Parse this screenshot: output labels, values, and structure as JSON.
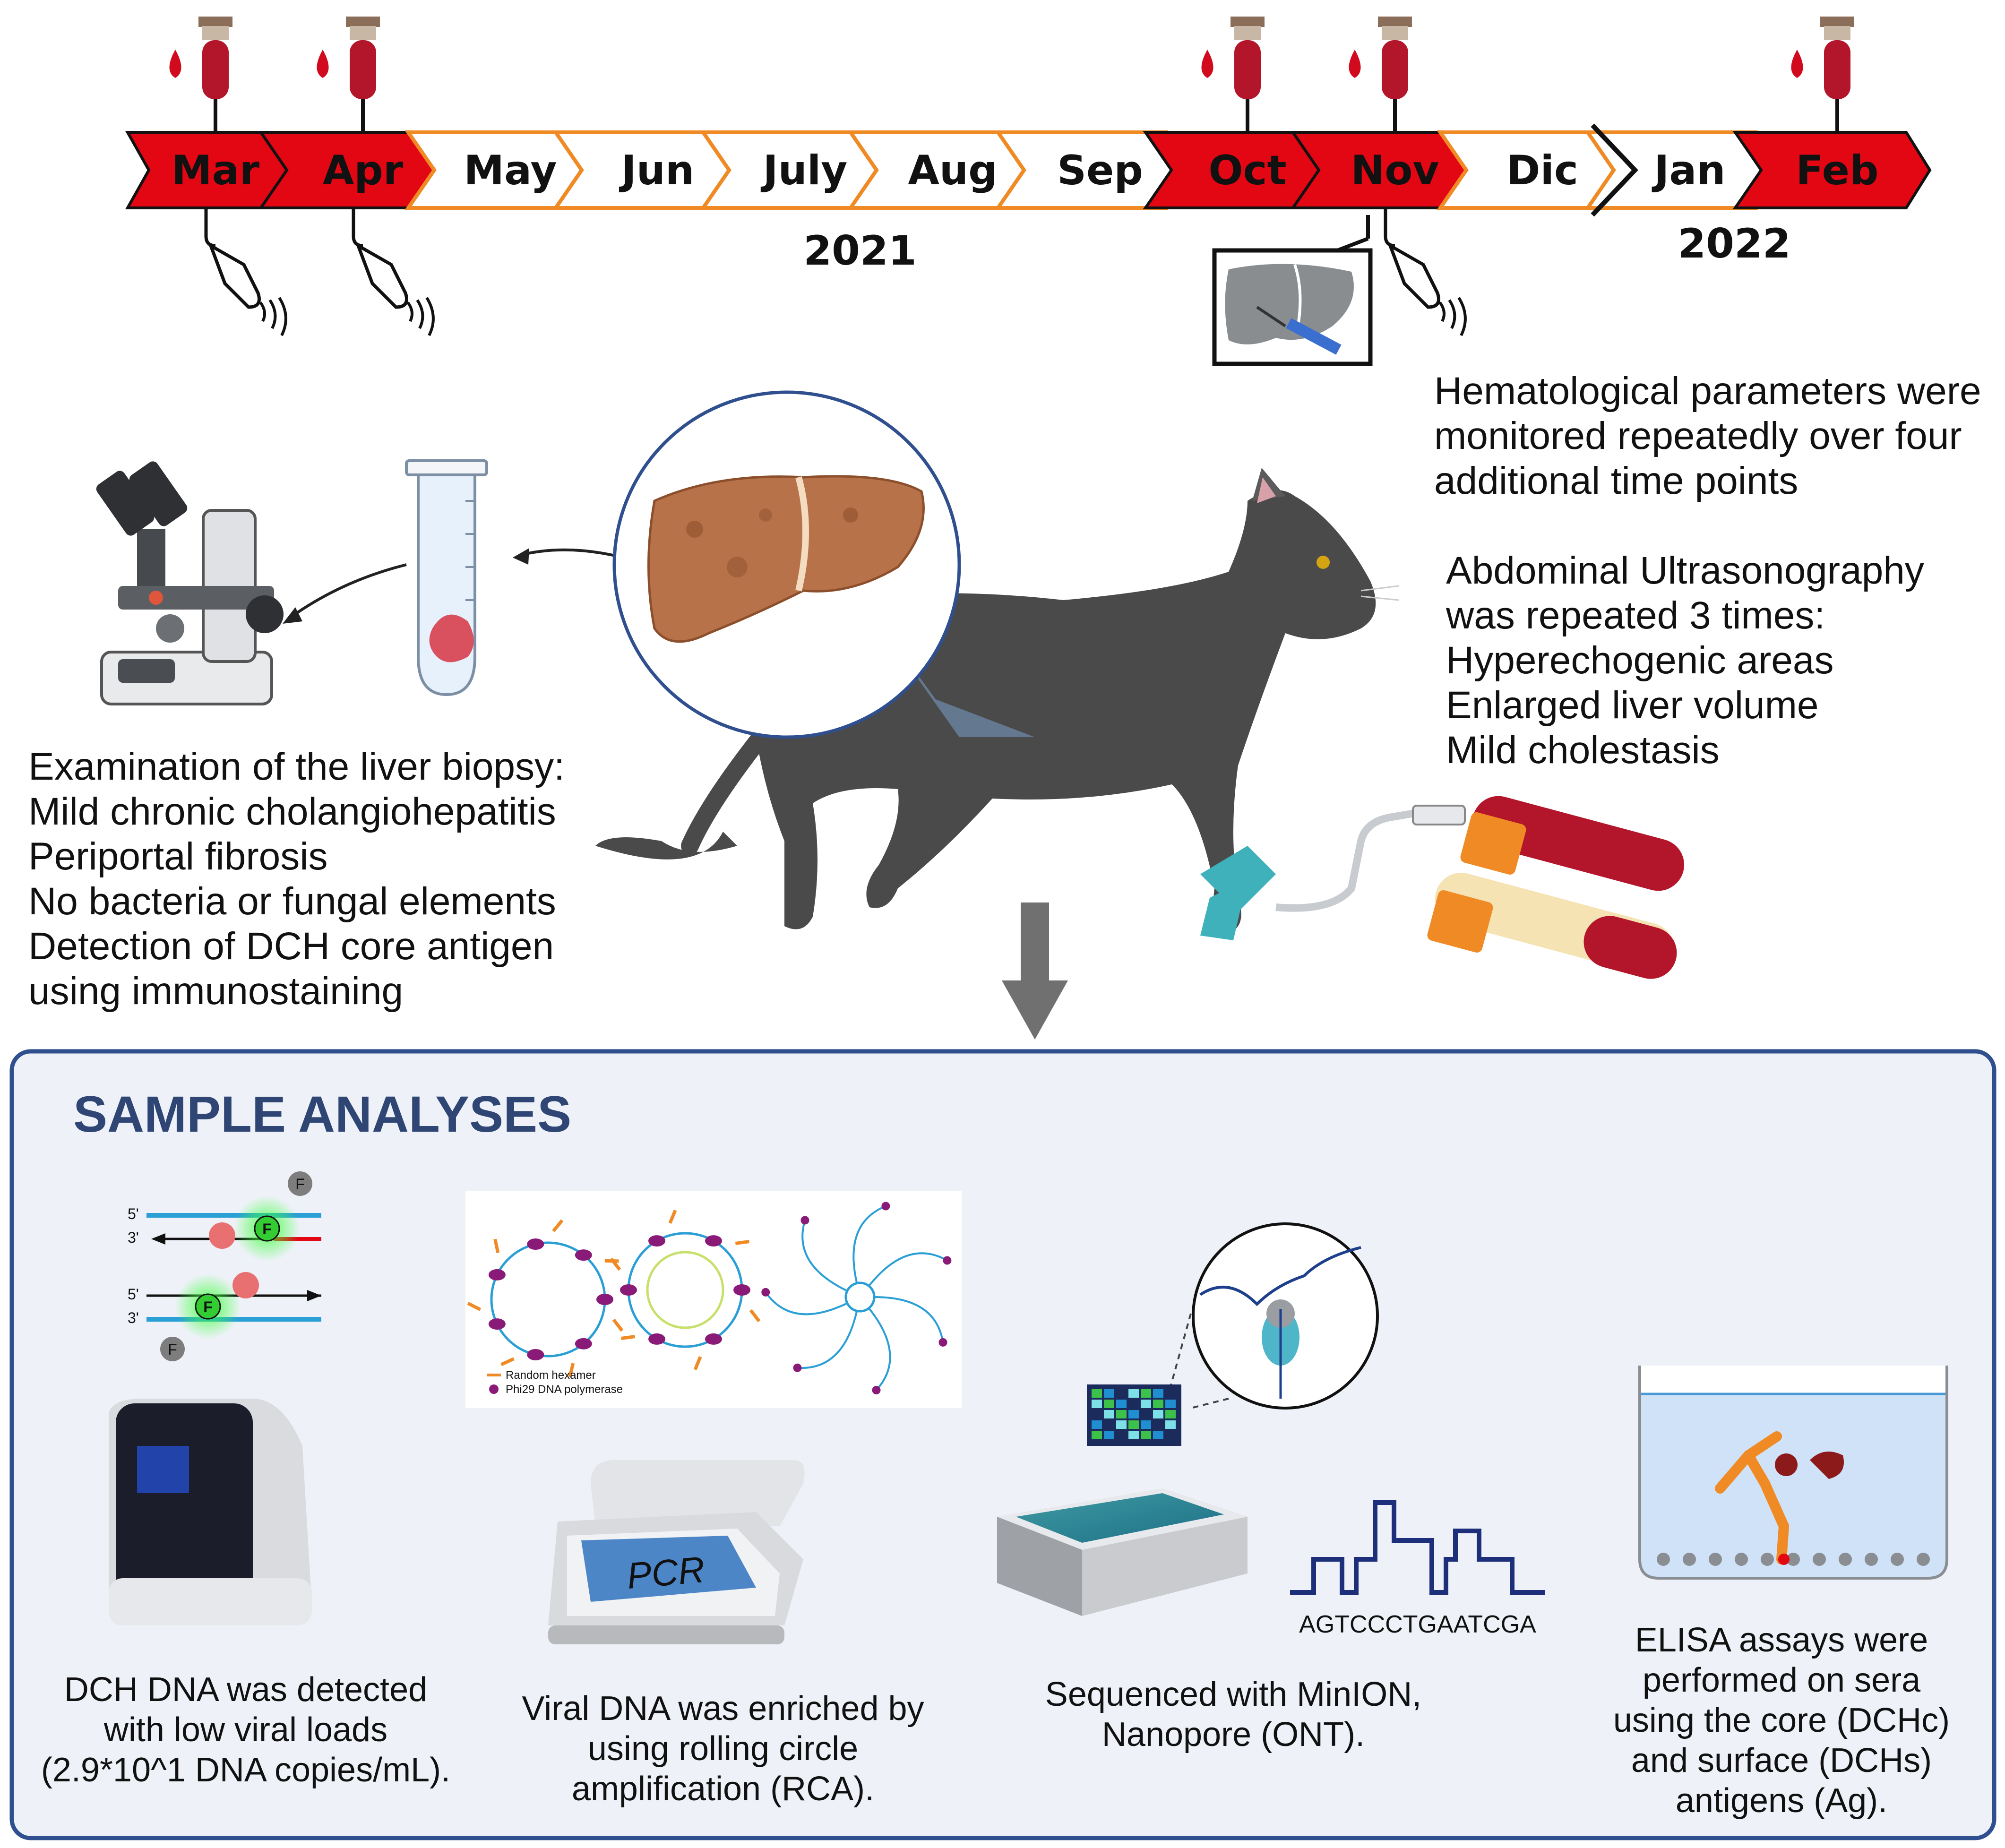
{
  "timeline": {
    "months": [
      {
        "label": "Mar",
        "sampled": true
      },
      {
        "label": "Apr",
        "sampled": true
      },
      {
        "label": "May",
        "sampled": false
      },
      {
        "label": "Jun",
        "sampled": false
      },
      {
        "label": "July",
        "sampled": false
      },
      {
        "label": "Aug",
        "sampled": false
      },
      {
        "label": "Sep",
        "sampled": false
      },
      {
        "label": "Oct",
        "sampled": true
      },
      {
        "label": "Nov",
        "sampled": true
      },
      {
        "label": "Dic",
        "sampled": false
      },
      {
        "label": "Jan",
        "sampled": false
      },
      {
        "label": "Feb",
        "sampled": true
      }
    ],
    "year_1": "2021",
    "year_2": "2022"
  },
  "blood_sample_months": [
    "Mar",
    "Apr",
    "Oct",
    "Nov",
    "Feb"
  ],
  "ultrasound_months": [
    "Mar",
    "Apr",
    "Nov"
  ],
  "biopsy_month": "Nov",
  "hematology_text": [
    "Hematological parameters were",
    "monitored repeatedly over four",
    "additional time points"
  ],
  "ultrasound_text": [
    "Abdominal Ultrasonography",
    "was repeated 3 times:",
    "Hyperechogenic areas",
    "Enlarged liver volume",
    "Mild cholestasis"
  ],
  "biopsy_text": [
    "Examination of the liver biopsy:",
    "Mild chronic cholangiohepatitis",
    "Periportal fibrosis",
    "No bacteria or fungal elements",
    "Detection of DCH core antigen",
    "using immunostaining"
  ],
  "analyses": {
    "title": "SAMPLE ANALYSES",
    "qpcr_caption": [
      "DCH DNA was detected",
      "with low viral loads",
      "(2.9*10^1 DNA copies/mL)."
    ],
    "rca_caption": [
      "Viral DNA was enriched by",
      "using rolling circle",
      "amplification (RCA)."
    ],
    "rca_legend": [
      "Random hexamer",
      "Phi29 DNA polymerase"
    ],
    "pcr_device_label": "PCR",
    "qpcr_strand_labels": [
      "5'",
      "3'",
      "5'",
      "3'"
    ],
    "fluorophore_label": "F",
    "sequence": "AGTCCCTGAATCGA",
    "seq_caption": [
      "Sequenced with MinION,",
      "Nanopore (ONT)."
    ],
    "elisa_caption": [
      "ELISA assays were",
      "performed on sera",
      "using the core (DCHc)",
      "and surface (DCHs)",
      "antigens (Ag)."
    ]
  },
  "colors": {
    "sampled_month": "#e30613",
    "unsampled_border": "#f08a24",
    "panel_border": "#2f4f8f",
    "panel_fill": "#eef2f8",
    "title": "#2f4675",
    "blood": "#b3152b",
    "cat": "#4a4a4a",
    "liver": "#b8724a"
  }
}
